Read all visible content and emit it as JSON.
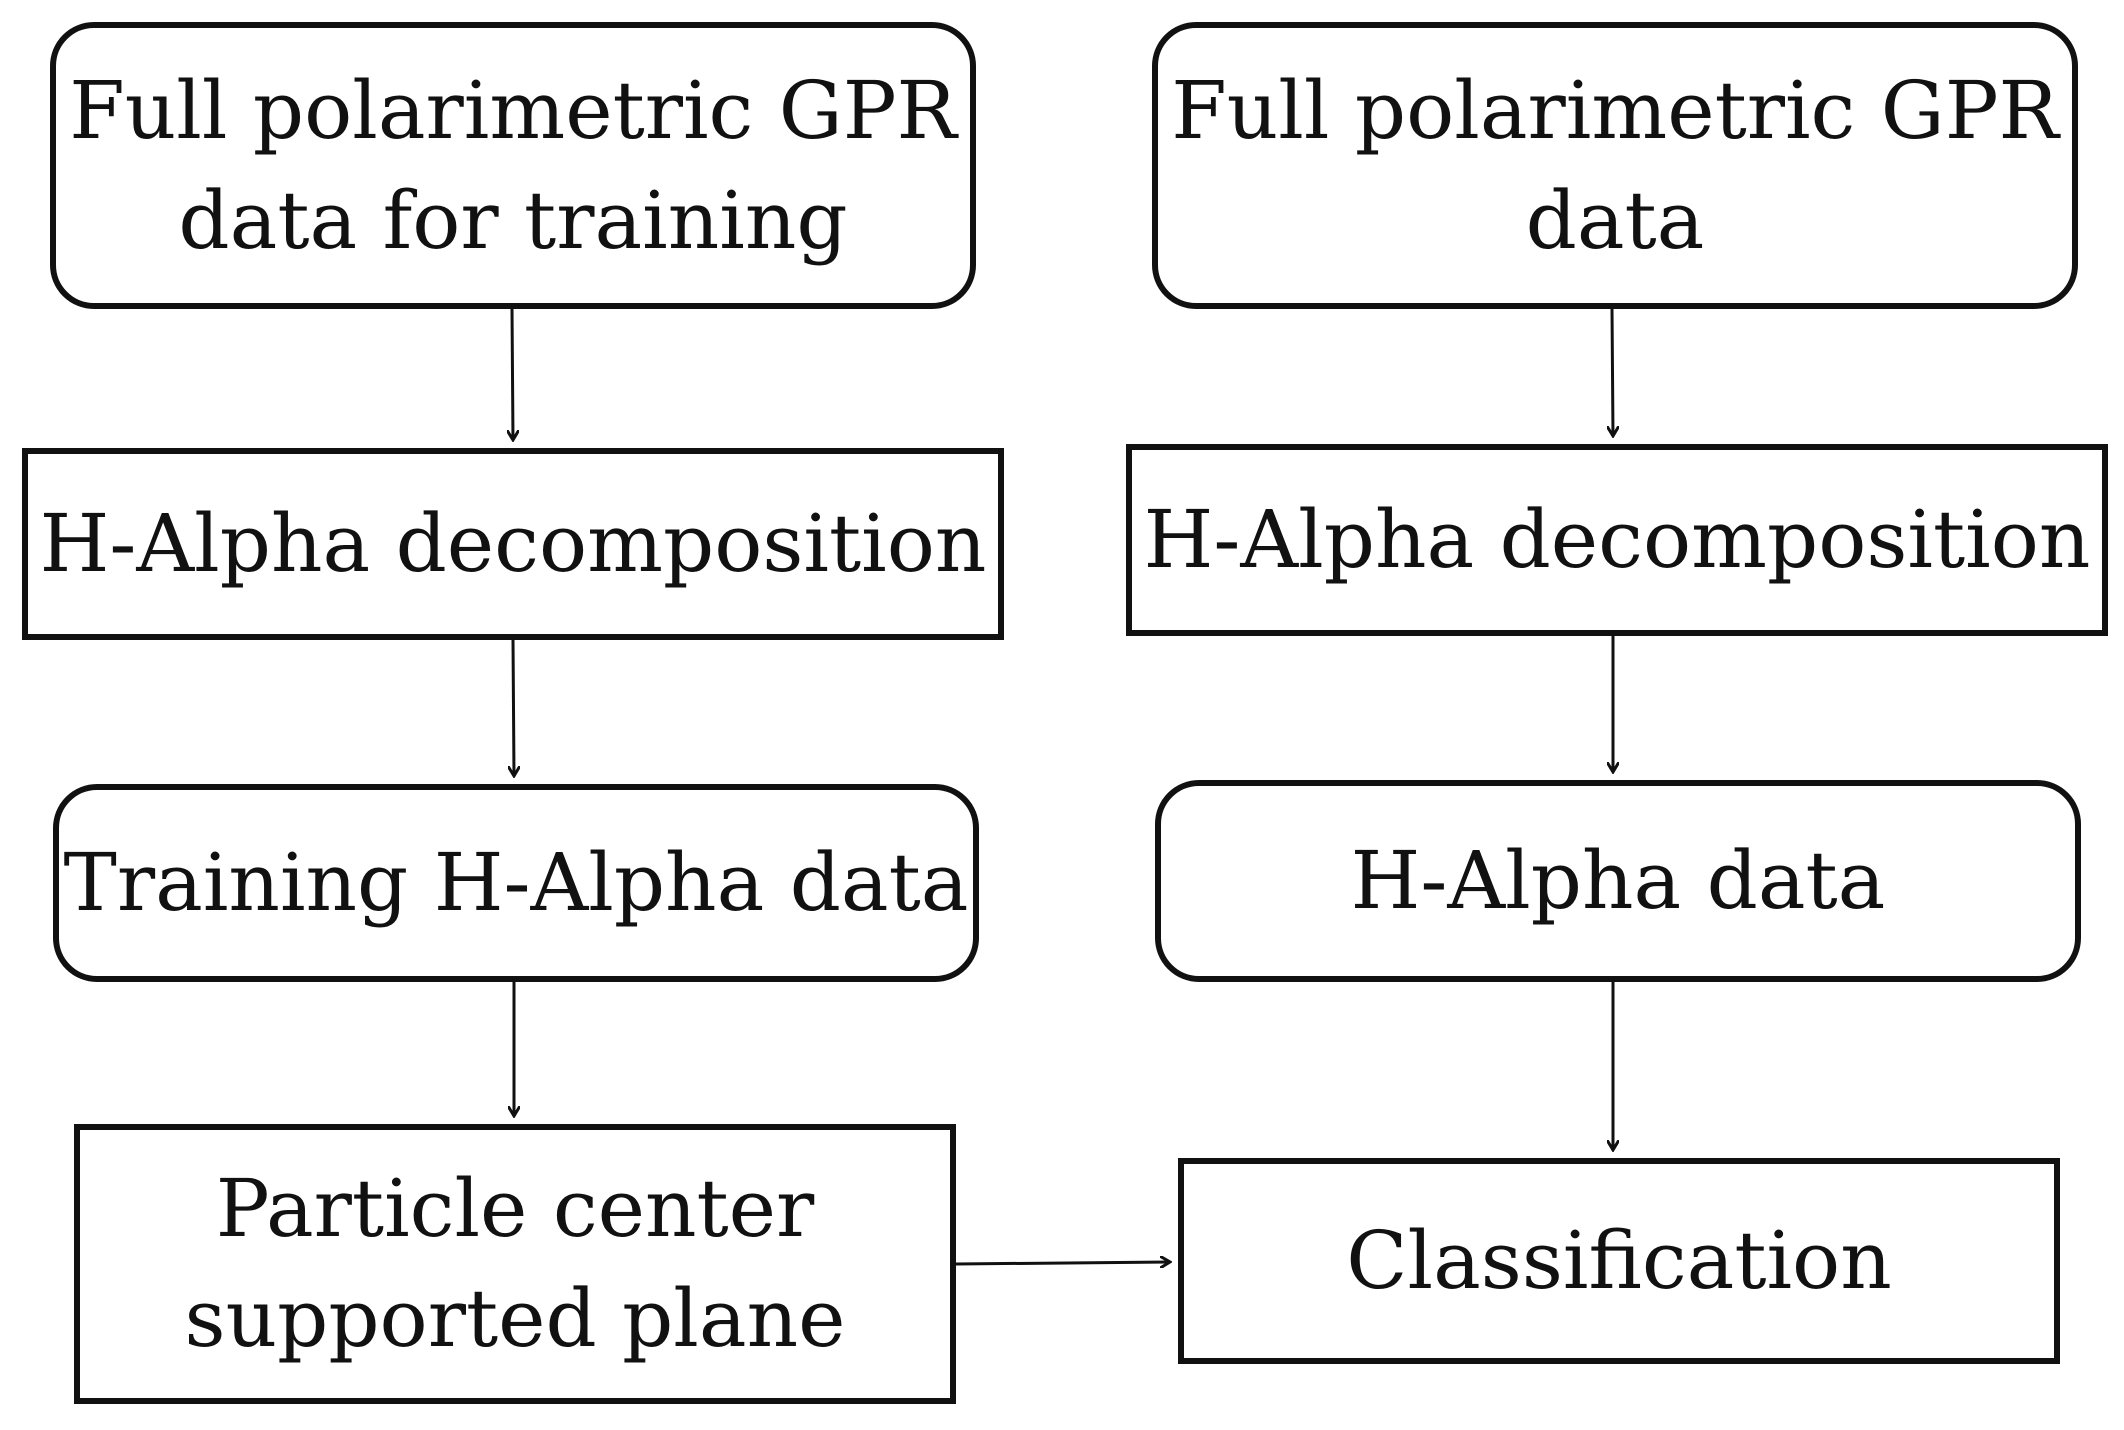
{
  "diagram": {
    "left_column": {
      "input": "Full polarimetric GPR\ndata for training",
      "decomposition": "H-Alpha decomposition",
      "result": "Training H-Alpha data",
      "plane": "Particle center\nsupported plane"
    },
    "right_column": {
      "input": "Full polarimetric GPR\ndata",
      "decomposition": "H-Alpha decomposition",
      "result": "H-Alpha data",
      "classification": "Classification"
    },
    "colors": {
      "stroke": "#111111",
      "background": "#ffffff"
    }
  }
}
